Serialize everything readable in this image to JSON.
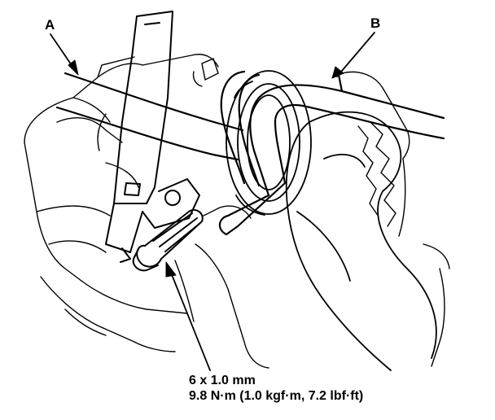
{
  "callouts": {
    "a": "A",
    "b": "B"
  },
  "fastener_spec": {
    "size": "6 x 1.0 mm",
    "torque": "9.8 N·m (1.0 kgf·m, 7.2 lbf·ft)"
  },
  "colors": {
    "ink": "#000000",
    "paper": "#ffffff"
  }
}
